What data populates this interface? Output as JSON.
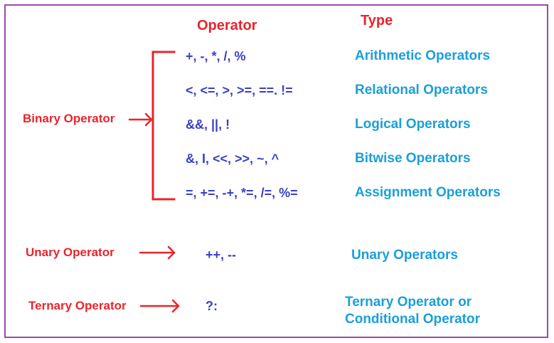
{
  "headers": {
    "operator": "Operator",
    "type": "Type"
  },
  "binary": {
    "label": "Binary Operator",
    "rows": [
      {
        "operators": "+,  -, *, /, %",
        "type": "Arithmetic Operators"
      },
      {
        "operators": "<, <=, >, >=, ==. !=",
        "type": "Relational Operators"
      },
      {
        "operators": "&&, ||, !",
        "type": "Logical Operators"
      },
      {
        "operators": "&, I, <<, >>, ~, ^",
        "type": "Bitwise Operators"
      },
      {
        "operators": "=, +=, -+, *=, /=, %=",
        "type": "Assignment Operators"
      }
    ]
  },
  "unary": {
    "label": "Unary Operator",
    "operators": "++, --",
    "type": "Unary Operators"
  },
  "ternary": {
    "label": "Ternary Operator",
    "operators": "?:",
    "type": "Ternary Operator or\nConditional Operator"
  },
  "colors": {
    "red": "#e8242c",
    "operator_blue": "#3a3fc6",
    "type_blue": "#1a9fd8",
    "border": "#9b4ba8"
  }
}
